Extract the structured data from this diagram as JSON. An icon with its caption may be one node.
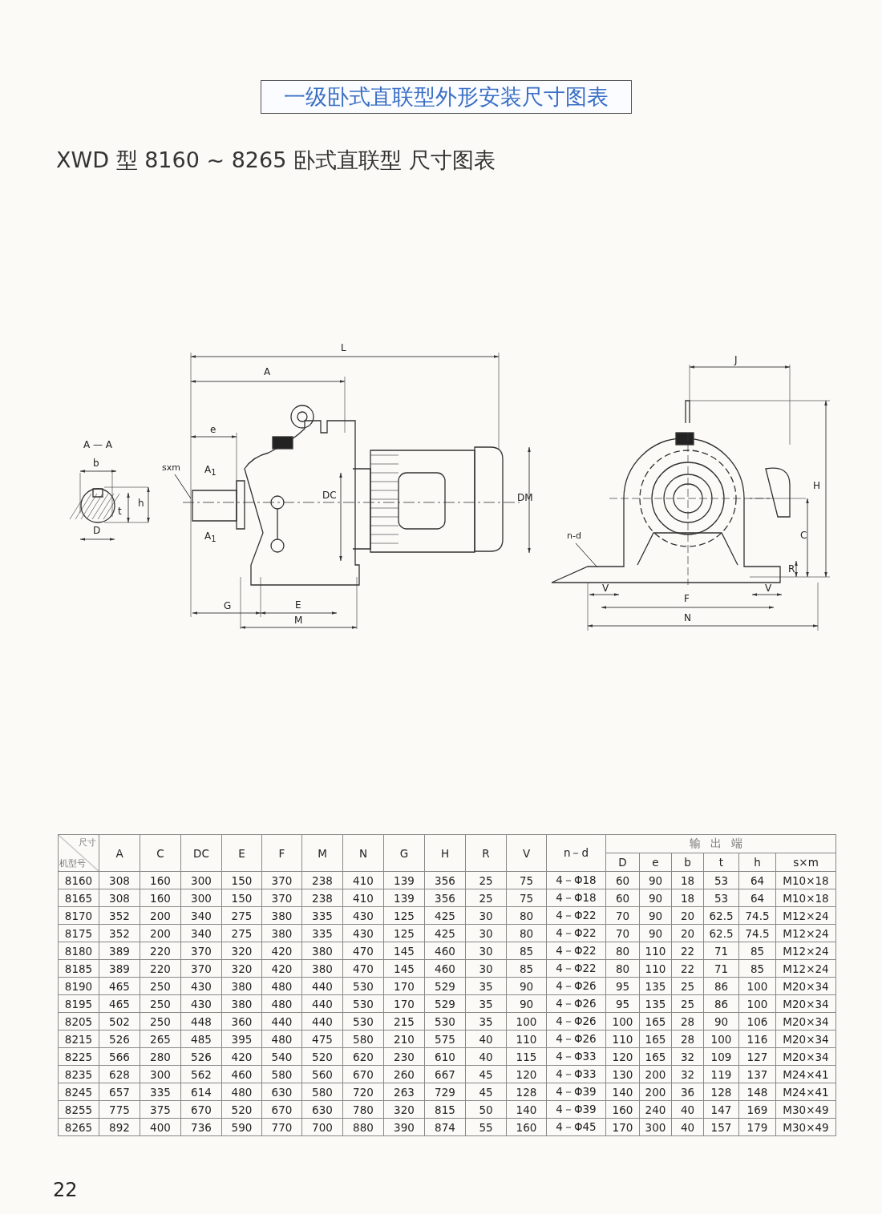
{
  "diagram": {
    "title": "一级卧式直联型外形安装尺寸图表",
    "nodes": [
      {
        "text": [
          "sxm"
        ]
      },
      {
        "text": [
          "n-d"
        ]
      }
    ],
    "edges": [
      {
        "from": 0,
        "to": null,
        "arrow": "none"
      },
      {
        "from": 1,
        "to": null,
        "arrow": "none"
      }
    ],
    "labels": [
      "XWD 型 8160 ~ 8265 卧式直联型 尺寸图表",
      "L",
      "A",
      "J",
      "e",
      "A — A",
      "b",
      "A$_{1}$",
      "H",
      "DC",
      "DM",
      "t",
      "h",
      "A$_{1}$",
      "C",
      "R",
      "D",
      "V",
      "V",
      "F",
      "G",
      "E",
      "M",
      "N",
      "尺寸",
      "机型号",
      "A",
      "C",
      "DC",
      "E",
      "F",
      "M",
      "N",
      "G",
      "H",
      "R",
      "V",
      "n－d",
      "输出端",
      "D",
      "e",
      "b",
      "t",
      "h",
      "s×m",
      "8160",
      "308",
      "160",
      "300",
      "150",
      "370",
      "238",
      "410",
      "139",
      "356",
      "25",
      "75",
      "4－Φ18",
      "60",
      "90",
      "18",
      "53",
      "64",
      "M10×18",
      "8165",
      "308",
      "160",
      "300",
      "150",
      "370",
      "238",
      "410",
      "139",
      "356",
      "25",
      "75",
      "4－Φ18",
      "60",
      "90",
      "18",
      "53",
      "64",
      "M10×18",
      "8170",
      "352",
      "200",
      "340",
      "275",
      "380",
      "335",
      "430",
      "125",
      "425",
      "30",
      "80",
      "4－Φ22",
      "70",
      "90",
      "20",
      "62.5",
      "74.5",
      "M12×24",
      "8175",
      "352",
      "200",
      "340",
      "275",
      "380",
      "335",
      "430",
      "125",
      "425",
      "30",
      "80",
      "4－Φ22",
      "70",
      "90",
      "20",
      "62.5",
      "74.5",
      "M12×24",
      "8180",
      "389",
      "220",
      "370",
      "320",
      "420",
      "380",
      "470",
      "145",
      "460",
      "30",
      "85",
      "4－Φ22",
      "80",
      "110",
      "22",
      "71",
      "85",
      "M12×24",
      "8185",
      "389",
      "220",
      "370",
      "320",
      "420",
      "380",
      "470",
      "145",
      "460",
      "30",
      "85",
      "4－Φ22",
      "80",
      "110",
      "22",
      "71",
      "85",
      "M12×24",
      "8190",
      "465",
      "250",
      "430",
      "380",
      "480",
      "440",
      "530",
      "170",
      "529",
      "35",
      "90",
      "4－Φ26",
      "95",
      "135",
      "25",
      "86",
      "100",
      "M20×34",
      "8195",
      "465",
      "250",
      "430",
      "380",
      "480",
      "440",
      "530",
      "170",
      "529",
      "35",
      "90",
      "4－Φ26",
      "95",
      "135",
      "25",
      "86",
      "100",
      "M20×34",
      "8205",
      "502",
      "250",
      "448",
      "360",
      "440",
      "440",
      "530",
      "215",
      "530",
      "35",
      "100",
      "4－Φ26",
      "100",
      "165",
      "28",
      "90",
      "106",
      "M20×34",
      "8215",
      "526",
      "265",
      "485",
      "395",
      "480",
      "475",
      "580",
      "210",
      "575",
      "40",
      "110",
      "4－Φ26",
      "110",
      "165",
      "28",
      "100",
      "116",
      "M20×34",
      "8225",
      "566",
      "280",
      "526",
      "420",
      "540",
      "520",
      "620",
      "230",
      "610",
      "40",
      "115",
      "4－Φ33",
      "120",
      "165",
      "32",
      "109",
      "127",
      "M20×34",
      "8235",
      "628",
      "300",
      "562",
      "460",
      "580",
      "560",
      "670",
      "260",
      "667",
      "45",
      "120",
      "4－Φ33",
      "130",
      "200",
      "32",
      "119",
      "137",
      "M24×41",
      "8245",
      "657",
      "335",
      "614",
      "480",
      "630",
      "580",
      "720",
      "263",
      "729",
      "45",
      "128",
      "4－Φ39",
      "140",
      "200",
      "36",
      "128",
      "148",
      "M24×41",
      "8255",
      "775",
      "375",
      "670",
      "520",
      "670",
      "630",
      "780",
      "320",
      "815",
      "50",
      "140",
      "4－Φ39",
      "160",
      "240",
      "40",
      "147",
      "169",
      "M30×49",
      "8265",
      "892",
      "400",
      "736",
      "590",
      "770",
      "700",
      "880",
      "390",
      "874",
      "55",
      "160",
      "4－Φ45",
      "170",
      "300",
      "40",
      "157",
      "179",
      "M30×49",
      "22"
    ]
  }
}
